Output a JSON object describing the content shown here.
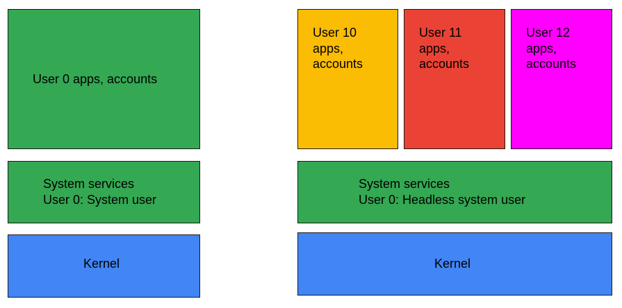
{
  "colors": {
    "green": "#34a853",
    "blue": "#4285f4",
    "yellow": "#fbbc04",
    "red": "#ea4335",
    "magenta": "#ff00ff"
  },
  "left": {
    "apps_label": "User 0 apps, accounts",
    "services_line1": "System services",
    "services_line2": "User 0: System user",
    "kernel_label": "Kernel"
  },
  "right": {
    "users": [
      {
        "line1": "User 10",
        "line2": "apps,",
        "line3": "accounts"
      },
      {
        "line1": "User 11",
        "line2": "apps,",
        "line3": "accounts"
      },
      {
        "line1": "User 12",
        "line2": "apps,",
        "line3": "accounts"
      }
    ],
    "services_line1": "System services",
    "services_line2": "User 0: Headless system user",
    "kernel_label": "Kernel"
  }
}
